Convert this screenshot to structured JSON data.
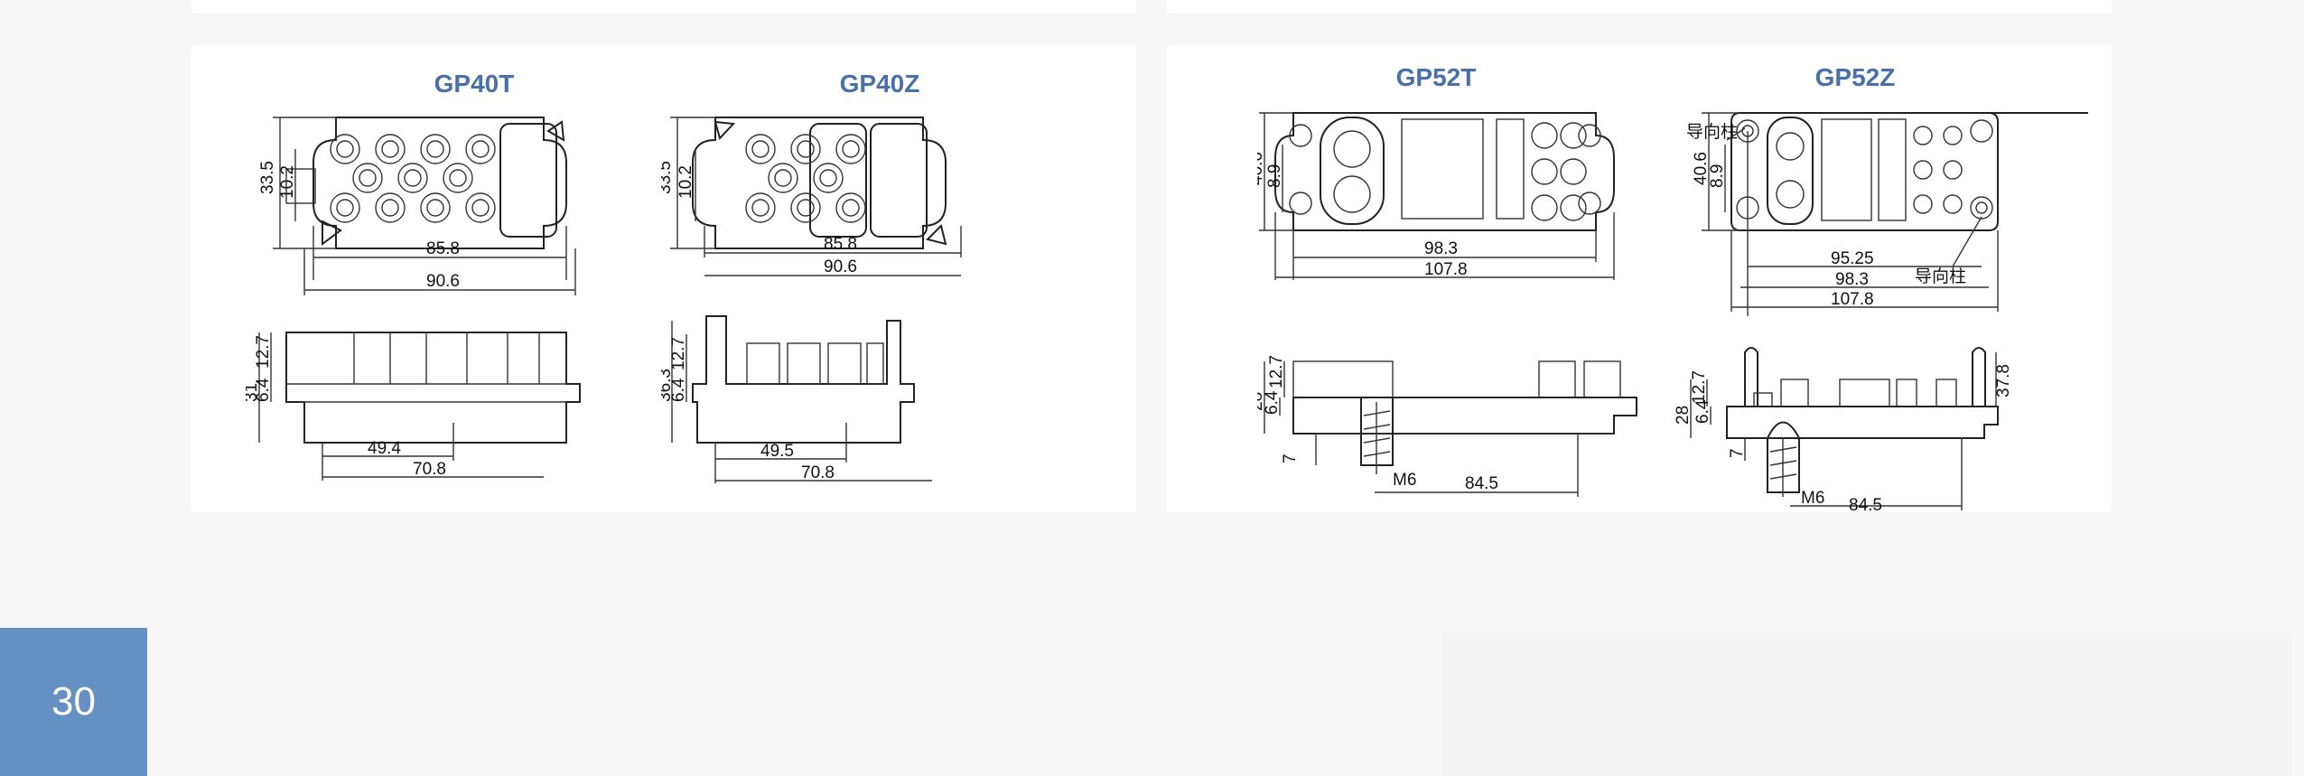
{
  "page": {
    "number": "30"
  },
  "left_panel": {
    "gp40t": {
      "title": "GP40T",
      "top_dims": {
        "height_outer": "33.5",
        "height_inner": "10.2",
        "width_inner": "85.8",
        "width_outer": "90.6"
      },
      "side_dims": {
        "height_total": "31",
        "height_a": "12.7",
        "height_b": "6.4",
        "width_a": "49.4",
        "width_b": "70.8"
      }
    },
    "gp40z": {
      "title": "GP40Z",
      "top_dims": {
        "height_outer": "33.5",
        "height_inner": "10.2",
        "width_inner": "85.8",
        "width_outer": "90.6"
      },
      "side_dims": {
        "height_total": "36.3",
        "height_a": "12.7",
        "height_b": "6.4",
        "width_a": "49.5",
        "width_b": "70.8"
      }
    }
  },
  "right_panel": {
    "gp52t": {
      "title": "GP52T",
      "top_dims": {
        "height_outer": "40.6",
        "height_inner": "8.9",
        "width_inner": "98.3",
        "width_outer": "107.8"
      },
      "side_dims": {
        "height_total": "28",
        "height_a": "12.7",
        "height_b": "6.4",
        "height_c": "7",
        "thread": "M6",
        "width": "84.5"
      }
    },
    "gp52z": {
      "title": "GP52Z",
      "guide_label": "导向柱",
      "top_dims": {
        "height_outer": "40.6",
        "height_inner": "8.9",
        "width_a": "95.25",
        "width_inner": "98.3",
        "width_outer": "107.8"
      },
      "side_dims": {
        "height_total": "28",
        "height_a": "12.7",
        "height_b": "6.4",
        "height_c": "7",
        "height_pin": "37.8",
        "thread": "M6",
        "width": "84.5"
      }
    }
  },
  "colors": {
    "title": "#4a70a8",
    "page_box": "#6490c4",
    "card": "#ffffff",
    "background": "#f7f7f7"
  }
}
